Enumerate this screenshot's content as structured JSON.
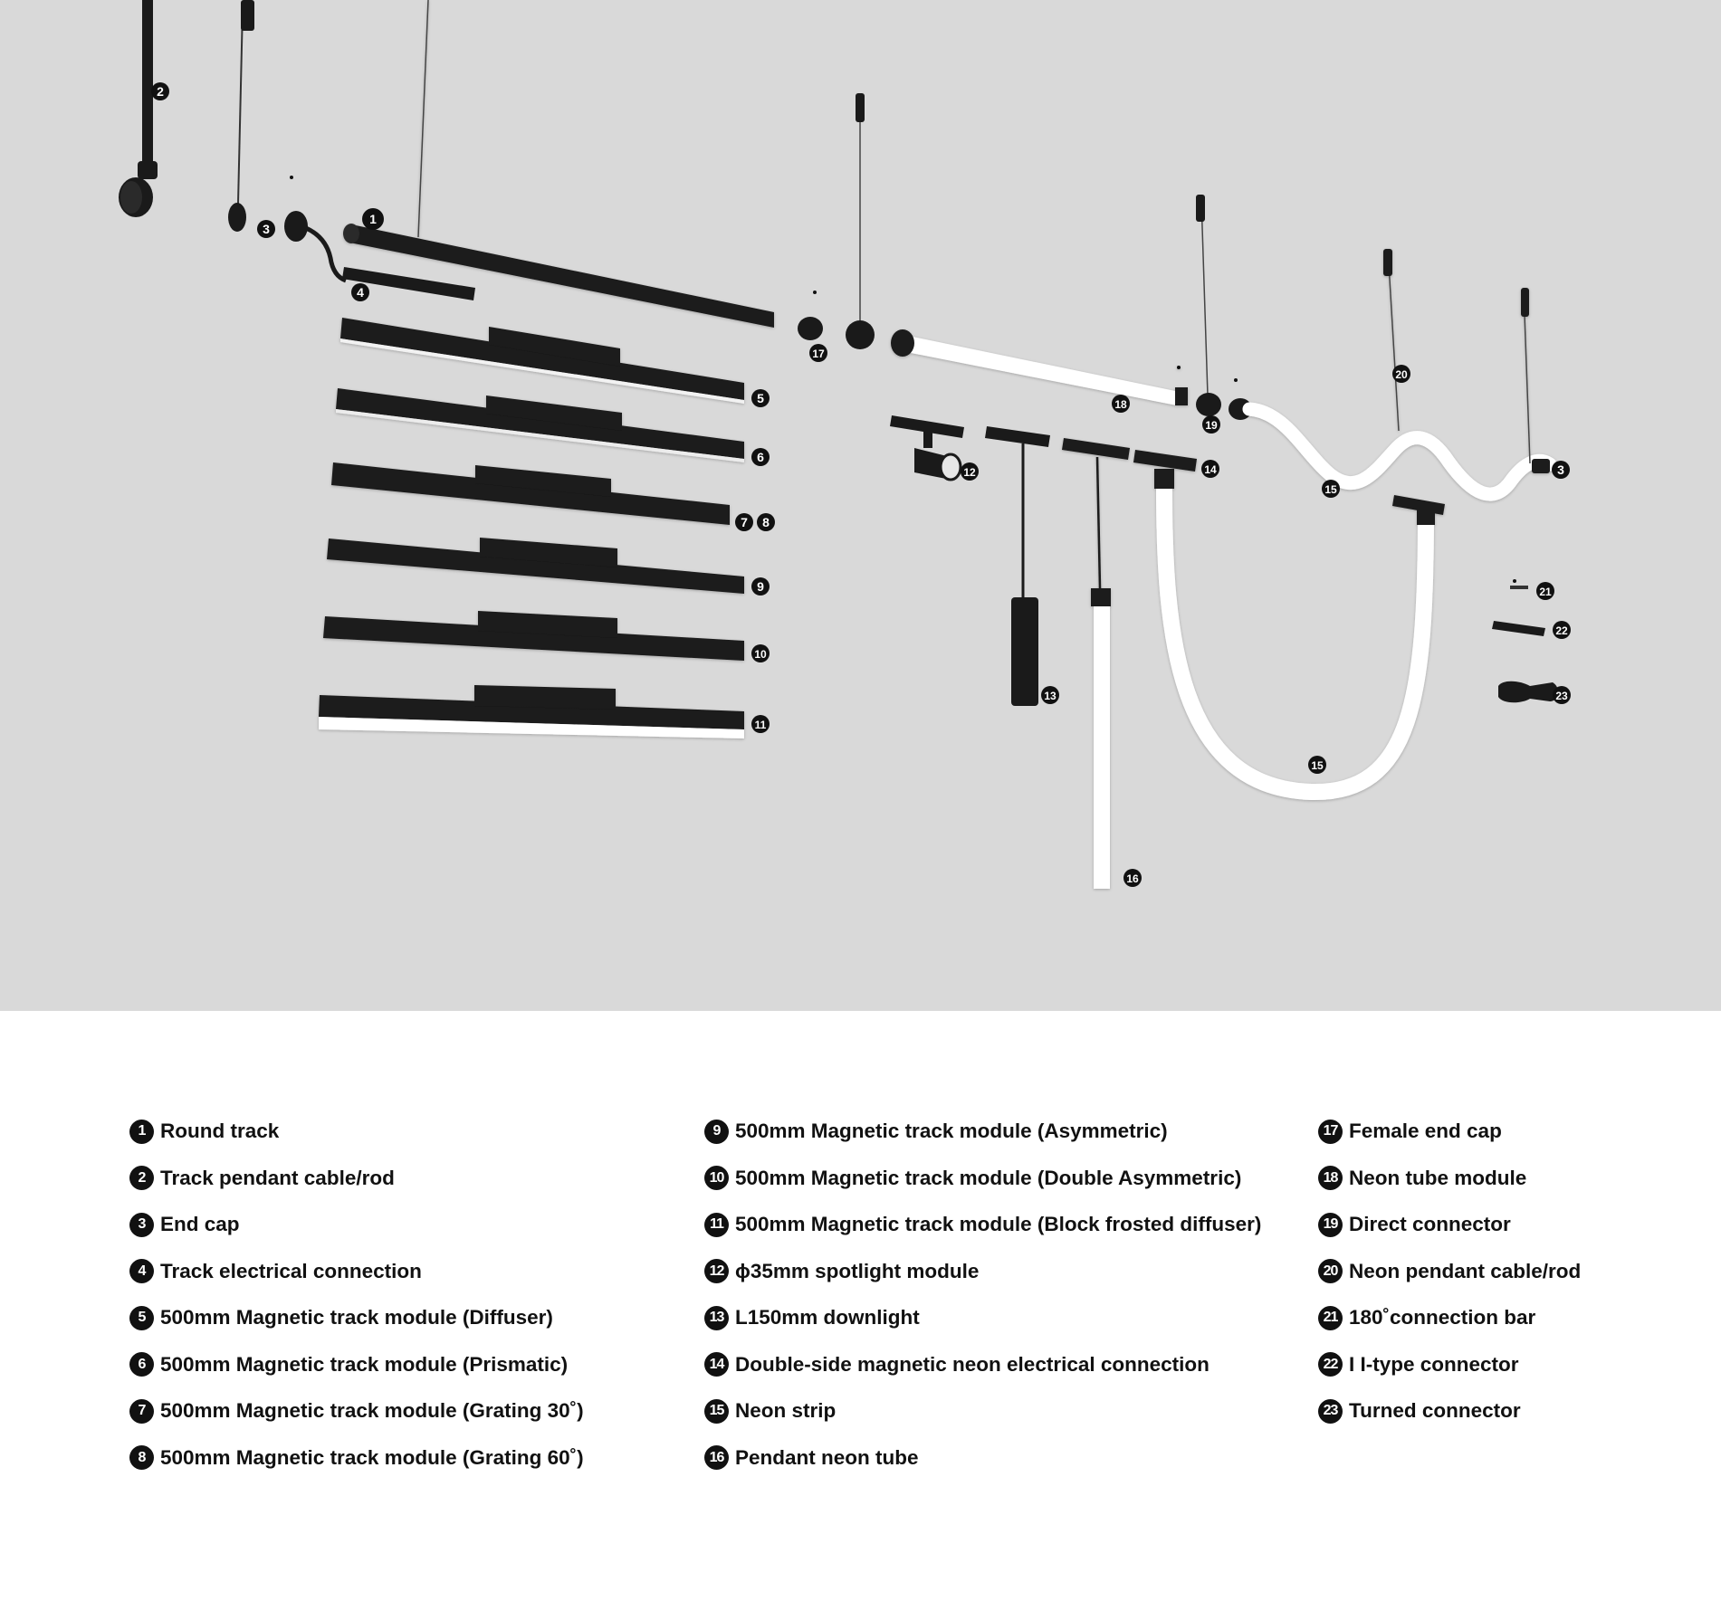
{
  "callouts": [
    "1",
    "2",
    "3",
    "4",
    "5",
    "6",
    "7",
    "8",
    "9",
    "10",
    "11",
    "12",
    "13",
    "14",
    "15",
    "15",
    "16",
    "17",
    "18",
    "19",
    "20",
    "3",
    "21",
    "22",
    "23"
  ],
  "legend": {
    "col1": [
      {
        "num": "1",
        "label": "Round track"
      },
      {
        "num": "2",
        "label": "Track pendant cable/rod"
      },
      {
        "num": "3",
        "label": "End cap"
      },
      {
        "num": "4",
        "label": "Track electrical connection"
      },
      {
        "num": "5",
        "label": "500mm Magnetic track module (Diffuser)"
      },
      {
        "num": "6",
        "label": "500mm Magnetic track module (Prismatic)"
      },
      {
        "num": "7",
        "label": "500mm Magnetic track module (Grating 30˚)"
      },
      {
        "num": "8",
        "label": "500mm Magnetic track module (Grating 60˚)"
      }
    ],
    "col2": [
      {
        "num": "9",
        "label": "500mm Magnetic track module (Asymmetric)"
      },
      {
        "num": "10",
        "label": "500mm Magnetic track module (Double Asymmetric)"
      },
      {
        "num": "11",
        "label": "500mm Magnetic track module (Block frosted diffuser)"
      },
      {
        "num": "12",
        "label": "ϕ35mm  spotlight module"
      },
      {
        "num": "13",
        "label": "L150mm downlight"
      },
      {
        "num": "14",
        "label": "Double-side magnetic neon electrical connection"
      },
      {
        "num": "15",
        "label": "Neon strip"
      },
      {
        "num": "16",
        "label": "Pendant neon tube"
      }
    ],
    "col3": [
      {
        "num": "17",
        "label": "Female end cap"
      },
      {
        "num": "18",
        "label": "Neon tube module"
      },
      {
        "num": "19",
        "label": "Direct connector"
      },
      {
        "num": "20",
        "label": "Neon pendant cable/rod"
      },
      {
        "num": "21",
        "label": "180˚connection bar"
      },
      {
        "num": "22",
        "label": "I I-type connector"
      },
      {
        "num": "23",
        "label": "Turned connector"
      }
    ]
  },
  "colors": {
    "background": "#d9d9d9",
    "page": "#ffffff",
    "parts": "#1a1a1a",
    "neon": "#ffffff",
    "badge": "#111111"
  }
}
